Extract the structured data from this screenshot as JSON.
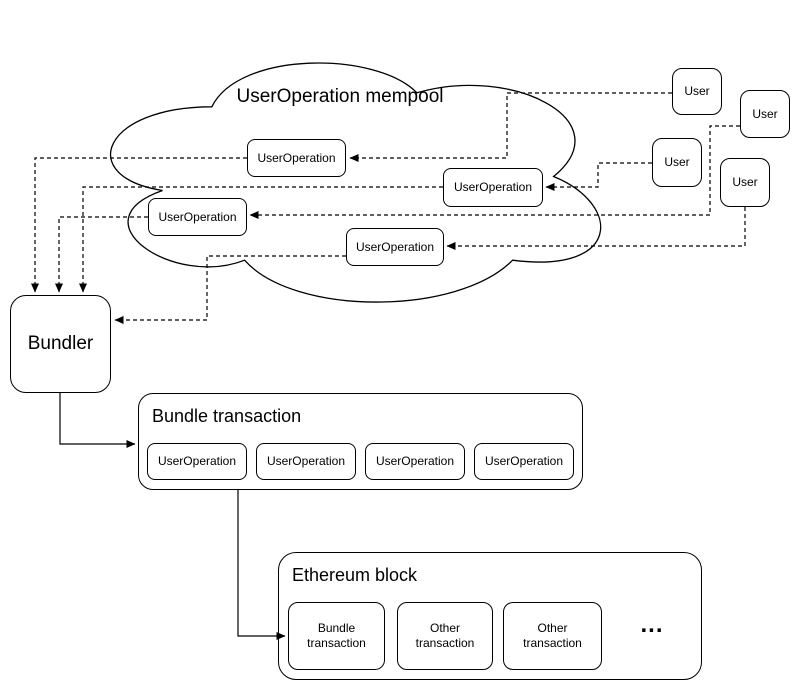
{
  "mempool": {
    "title": "UserOperation mempool",
    "nodes": [
      "UserOperation",
      "UserOperation",
      "UserOperation",
      "UserOperation"
    ]
  },
  "users": {
    "labels": [
      "User",
      "User",
      "User",
      "User"
    ]
  },
  "bundler": {
    "label": "Bundler"
  },
  "bundle_transaction": {
    "title": "Bundle transaction",
    "items": [
      "UserOperation",
      "UserOperation",
      "UserOperation",
      "UserOperation"
    ]
  },
  "ethereum_block": {
    "title": "Ethereum block",
    "items": [
      "Bundle transaction",
      "Other transaction",
      "Other transaction"
    ],
    "ellipsis": "..."
  },
  "colors": {
    "stroke": "#000000",
    "background": "#ffffff"
  }
}
